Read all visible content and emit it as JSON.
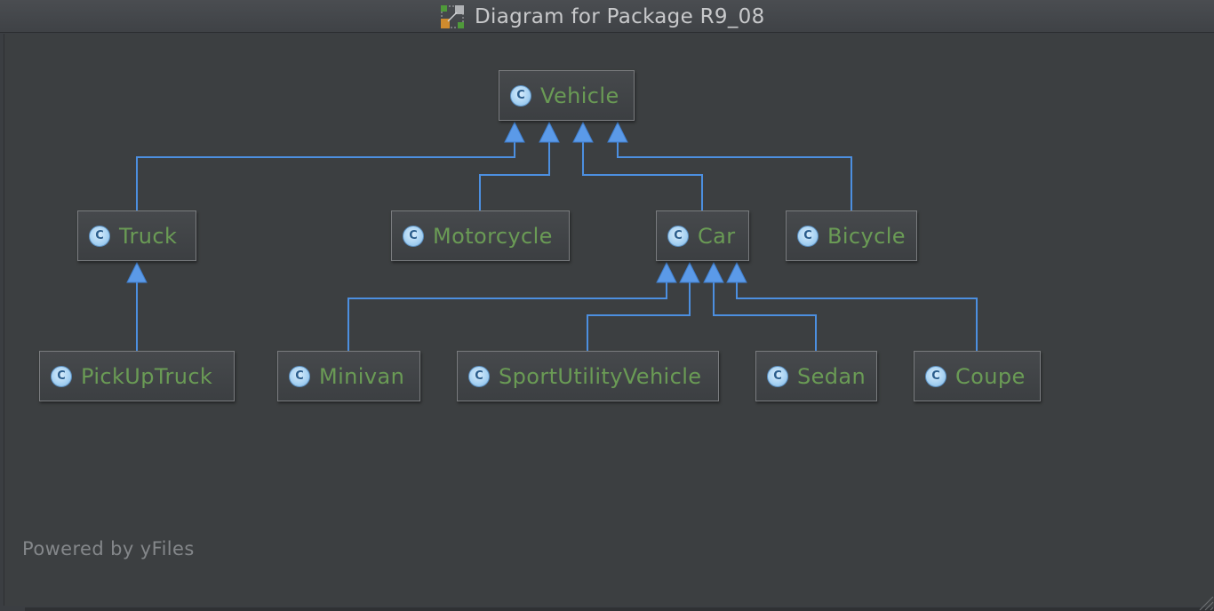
{
  "window": {
    "title": "Diagram for Package R9_08",
    "icon": "diagram-icon"
  },
  "diagram": {
    "nodes": [
      {
        "id": "vehicle",
        "label": "Vehicle",
        "icon_letter": "C"
      },
      {
        "id": "truck",
        "label": "Truck",
        "icon_letter": "C"
      },
      {
        "id": "motorcycle",
        "label": "Motorcycle",
        "icon_letter": "C"
      },
      {
        "id": "car",
        "label": "Car",
        "icon_letter": "C"
      },
      {
        "id": "bicycle",
        "label": "Bicycle",
        "icon_letter": "C"
      },
      {
        "id": "pickuptruck",
        "label": "PickUpTruck",
        "icon_letter": "C"
      },
      {
        "id": "minivan",
        "label": "Minivan",
        "icon_letter": "C"
      },
      {
        "id": "suv",
        "label": "SportUtilityVehicle",
        "icon_letter": "C"
      },
      {
        "id": "sedan",
        "label": "Sedan",
        "icon_letter": "C"
      },
      {
        "id": "coupe",
        "label": "Coupe",
        "icon_letter": "C"
      }
    ],
    "edges": [
      {
        "from": "truck",
        "to": "vehicle",
        "type": "inheritance"
      },
      {
        "from": "motorcycle",
        "to": "vehicle",
        "type": "inheritance"
      },
      {
        "from": "car",
        "to": "vehicle",
        "type": "inheritance"
      },
      {
        "from": "bicycle",
        "to": "vehicle",
        "type": "inheritance"
      },
      {
        "from": "pickuptruck",
        "to": "truck",
        "type": "inheritance"
      },
      {
        "from": "minivan",
        "to": "car",
        "type": "inheritance"
      },
      {
        "from": "suv",
        "to": "car",
        "type": "inheritance"
      },
      {
        "from": "sedan",
        "to": "car",
        "type": "inheritance"
      },
      {
        "from": "coupe",
        "to": "car",
        "type": "inheritance"
      }
    ]
  },
  "footer": {
    "powered_by": "Powered by yFiles"
  },
  "colors": {
    "background": "#3c3f41",
    "edge": "#4c8fe0",
    "label": "#6a9b55",
    "node_border": "#7a7c7f"
  }
}
